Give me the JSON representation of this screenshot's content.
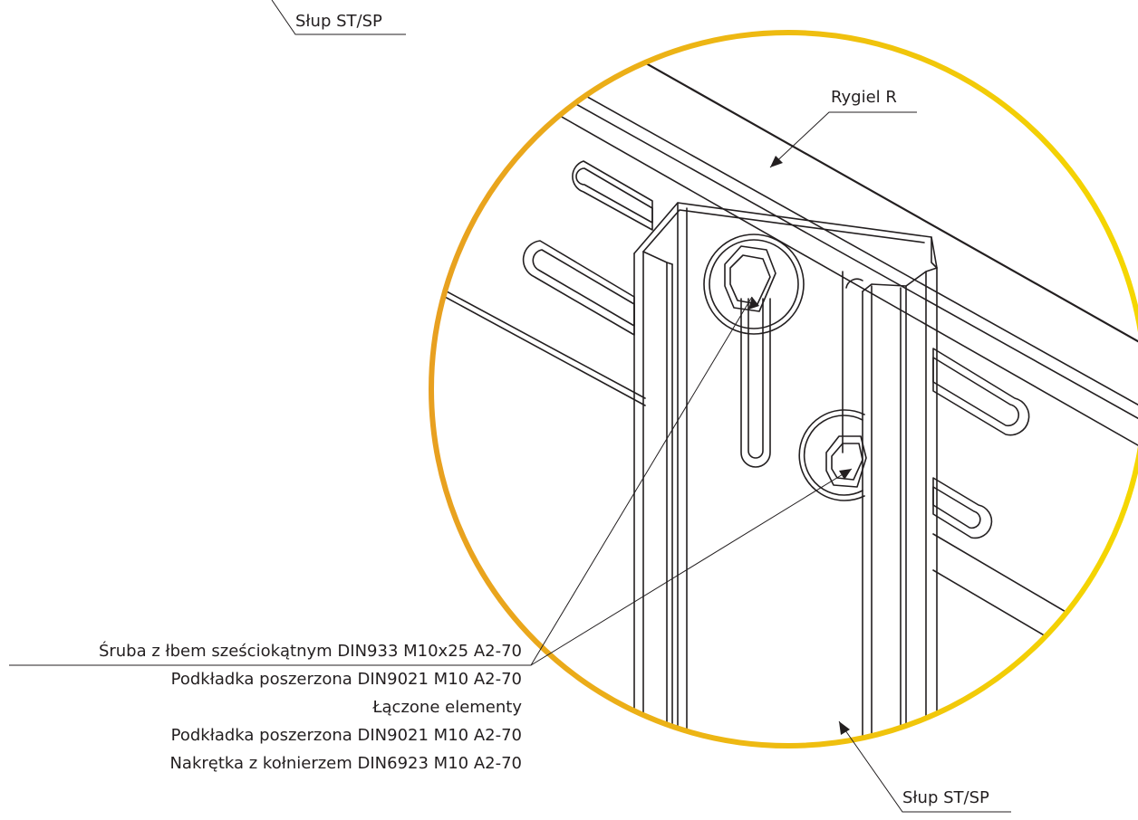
{
  "labels": {
    "top_column": "Słup ST/SP",
    "beam": "Rygiel R",
    "bottom_column": "Słup ST/SP"
  },
  "fastener_stack": [
    "Śruba z łbem sześciokątnym DIN933 M10x25 A2-70",
    "Podkładka poszerzona DIN9021 M10 A2-70",
    "Łączone elementy",
    "Podkładka poszerzona DIN9021 M10 A2-70",
    "Nakrętka z kołnierzem DIN6923 M10 A2-70"
  ],
  "colors": {
    "detail_circle_start": "#e8a020",
    "detail_circle_end": "#f5d800",
    "line": "#231f20"
  }
}
